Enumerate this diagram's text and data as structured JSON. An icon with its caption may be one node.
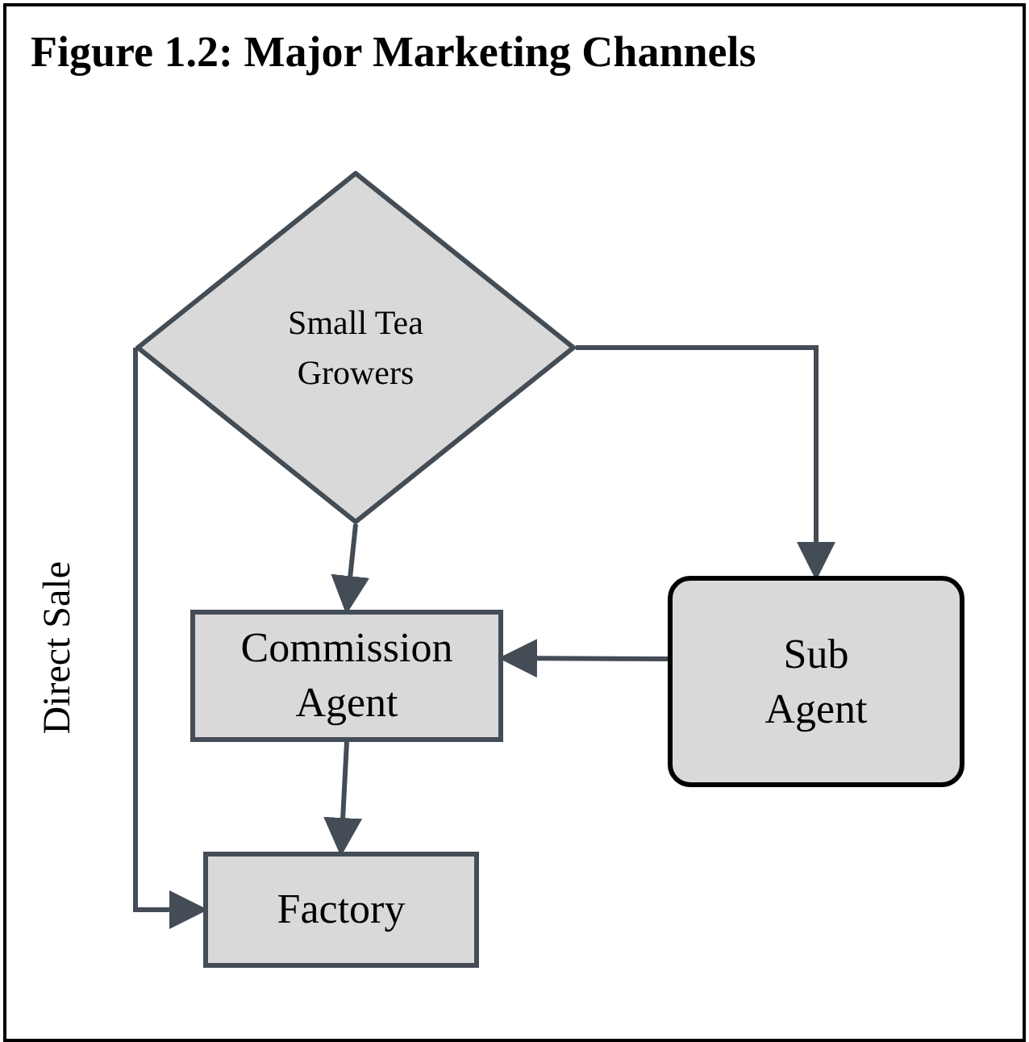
{
  "diagram": {
    "title": "Figure 1.2: Major Marketing Channels",
    "nodes": [
      {
        "text": [
          "Small Tea Growers"
        ]
      },
      {
        "text": [
          "Commission Agent"
        ]
      },
      {
        "text": [
          "Sub Agent"
        ]
      },
      {
        "text": [
          "Factory"
        ]
      }
    ],
    "edges": [
      {
        "from": 0,
        "to": 1,
        "arrow": "to"
      },
      {
        "from": 0,
        "to": 2,
        "arrow": "to"
      },
      {
        "from": 2,
        "to": 1,
        "arrow": "to"
      },
      {
        "from": 1,
        "to": 3,
        "arrow": "to"
      },
      {
        "from": 0,
        "to": 3,
        "arrow": "to",
        "label": "Direct Sale"
      }
    ]
  }
}
